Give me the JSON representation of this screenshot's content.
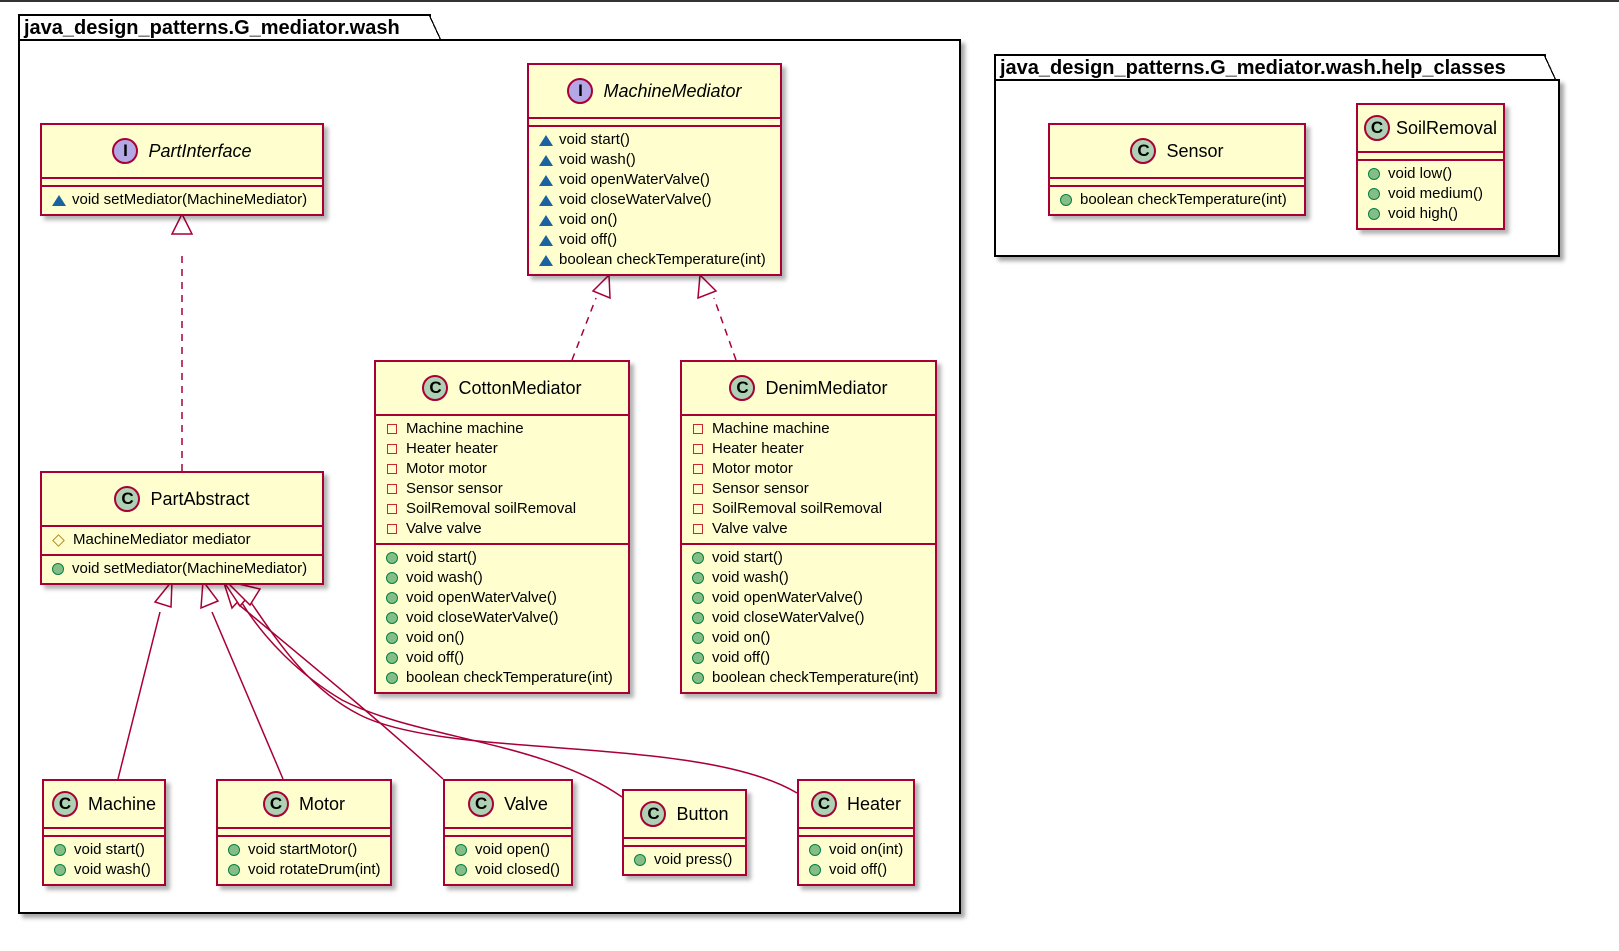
{
  "packages": {
    "main": {
      "name": "java_design_patterns.G_mediator.wash"
    },
    "help": {
      "name": "java_design_patterns.G_mediator.wash.help_classes"
    }
  },
  "classes": {
    "part_interface": {
      "stereotype": "I",
      "name": "PartInterface",
      "methods": [
        "void setMediator(MachineMediator)"
      ]
    },
    "machine_mediator": {
      "stereotype": "I",
      "name": "MachineMediator",
      "methods": [
        "void start()",
        "void wash()",
        "void openWaterValve()",
        "void closeWaterValve()",
        "void on()",
        "void off()",
        "boolean checkTemperature(int)"
      ]
    },
    "cotton_mediator": {
      "stereotype": "C",
      "name": "CottonMediator",
      "fields": [
        "Machine machine",
        "Heater heater",
        "Motor motor",
        "Sensor sensor",
        "SoilRemoval soilRemoval",
        "Valve valve"
      ],
      "methods": [
        "void start()",
        "void wash()",
        "void openWaterValve()",
        "void closeWaterValve()",
        "void on()",
        "void off()",
        "boolean checkTemperature(int)"
      ]
    },
    "denim_mediator": {
      "stereotype": "C",
      "name": "DenimMediator",
      "fields": [
        "Machine machine",
        "Heater heater",
        "Motor motor",
        "Sensor sensor",
        "SoilRemoval soilRemoval",
        "Valve valve"
      ],
      "methods": [
        "void start()",
        "void wash()",
        "void openWaterValve()",
        "void closeWaterValve()",
        "void on()",
        "void off()",
        "boolean checkTemperature(int)"
      ]
    },
    "part_abstract": {
      "stereotype": "C",
      "name": "PartAbstract",
      "fields": [
        "MachineMediator mediator"
      ],
      "methods": [
        "void setMediator(MachineMediator)"
      ]
    },
    "machine": {
      "stereotype": "C",
      "name": "Machine",
      "methods": [
        "void start()",
        "void wash()"
      ]
    },
    "motor": {
      "stereotype": "C",
      "name": "Motor",
      "methods": [
        "void startMotor()",
        "void rotateDrum(int)"
      ]
    },
    "valve": {
      "stereotype": "C",
      "name": "Valve",
      "methods": [
        "void open()",
        "void closed()"
      ]
    },
    "button": {
      "stereotype": "C",
      "name": "Button",
      "methods": [
        "void press()"
      ]
    },
    "heater": {
      "stereotype": "C",
      "name": "Heater",
      "methods": [
        "void on(int)",
        "void off()"
      ]
    },
    "sensor": {
      "stereotype": "C",
      "name": "Sensor",
      "methods": [
        "boolean checkTemperature(int)"
      ]
    },
    "soil_removal": {
      "stereotype": "C",
      "name": "SoilRemoval",
      "methods": [
        "void low()",
        "void medium()",
        "void high()"
      ]
    }
  },
  "colors": {
    "class_fill": "#FEFECE",
    "class_border": "#A80036",
    "class_icon": "#ADD1B2",
    "interface_icon": "#B4A7E5",
    "public_marker": "#84BE84",
    "private_marker": "#C82930",
    "package_marker": "#1963A0",
    "protected_marker": "#B38D22"
  }
}
